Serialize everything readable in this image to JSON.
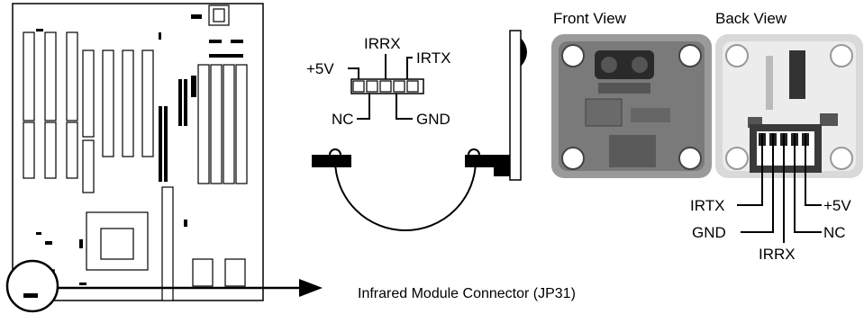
{
  "header_labels": {
    "front_view": "Front View",
    "back_view": "Back View"
  },
  "connector_pins": {
    "top_left": "+5V",
    "top_middle": "IRRX",
    "top_right": "IRTX",
    "bottom_left": "NC",
    "bottom_right": "GND"
  },
  "back_view_pins": {
    "irtx": "IRTX",
    "plus5v": "+5V",
    "gnd": "GND",
    "nc": "NC",
    "irrx": "IRRX"
  },
  "caption": "Infrared Module Connector (JP31)"
}
